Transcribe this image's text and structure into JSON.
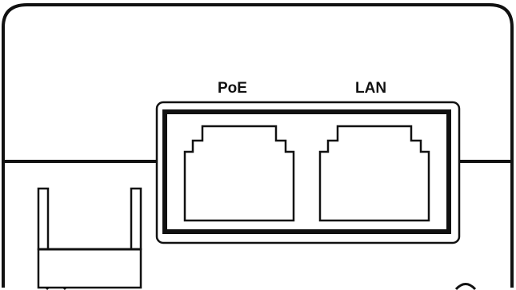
{
  "ports": [
    {
      "id": "poe",
      "label": "PoE"
    },
    {
      "id": "lan",
      "label": "LAN"
    }
  ],
  "colors": {
    "line": "#111111",
    "background": "#ffffff"
  }
}
